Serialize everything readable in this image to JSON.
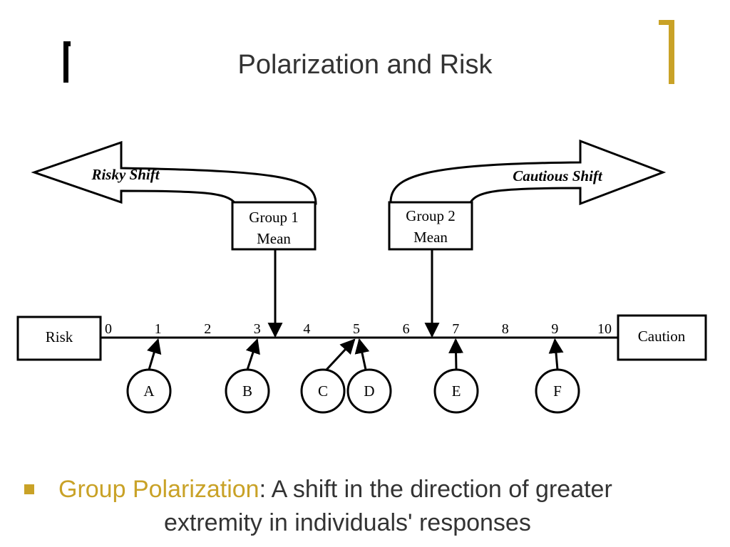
{
  "slide": {
    "title": "Polarization and Risk",
    "bullet": {
      "term": "Group Polarization",
      "text": ": A shift in the direction of greater",
      "continuation": "extremity in individuals'  responses"
    },
    "colors": {
      "accent": "#c9a227",
      "text": "#333333",
      "line": "#000000"
    }
  },
  "diagram": {
    "left_arrow_label": "Risky Shift",
    "right_arrow_label": "Cautious Shift",
    "group1": {
      "line1": "Group 1",
      "line2": "Mean",
      "scale_value": 3.5
    },
    "group2": {
      "line1": "Group 2",
      "line2": "Mean",
      "scale_value": 6.65
    },
    "left_end_label": "Risk",
    "right_end_label": "Caution",
    "scale_ticks": [
      "0",
      "1",
      "2",
      "3",
      "4",
      "5",
      "6",
      "7",
      "8",
      "9",
      "10"
    ],
    "individuals": [
      {
        "label": "A",
        "scale_value": 1
      },
      {
        "label": "B",
        "scale_value": 3
      },
      {
        "label": "C",
        "scale_value": 5
      },
      {
        "label": "D",
        "scale_value": 5
      },
      {
        "label": "E",
        "scale_value": 7
      },
      {
        "label": "F",
        "scale_value": 9
      }
    ]
  }
}
